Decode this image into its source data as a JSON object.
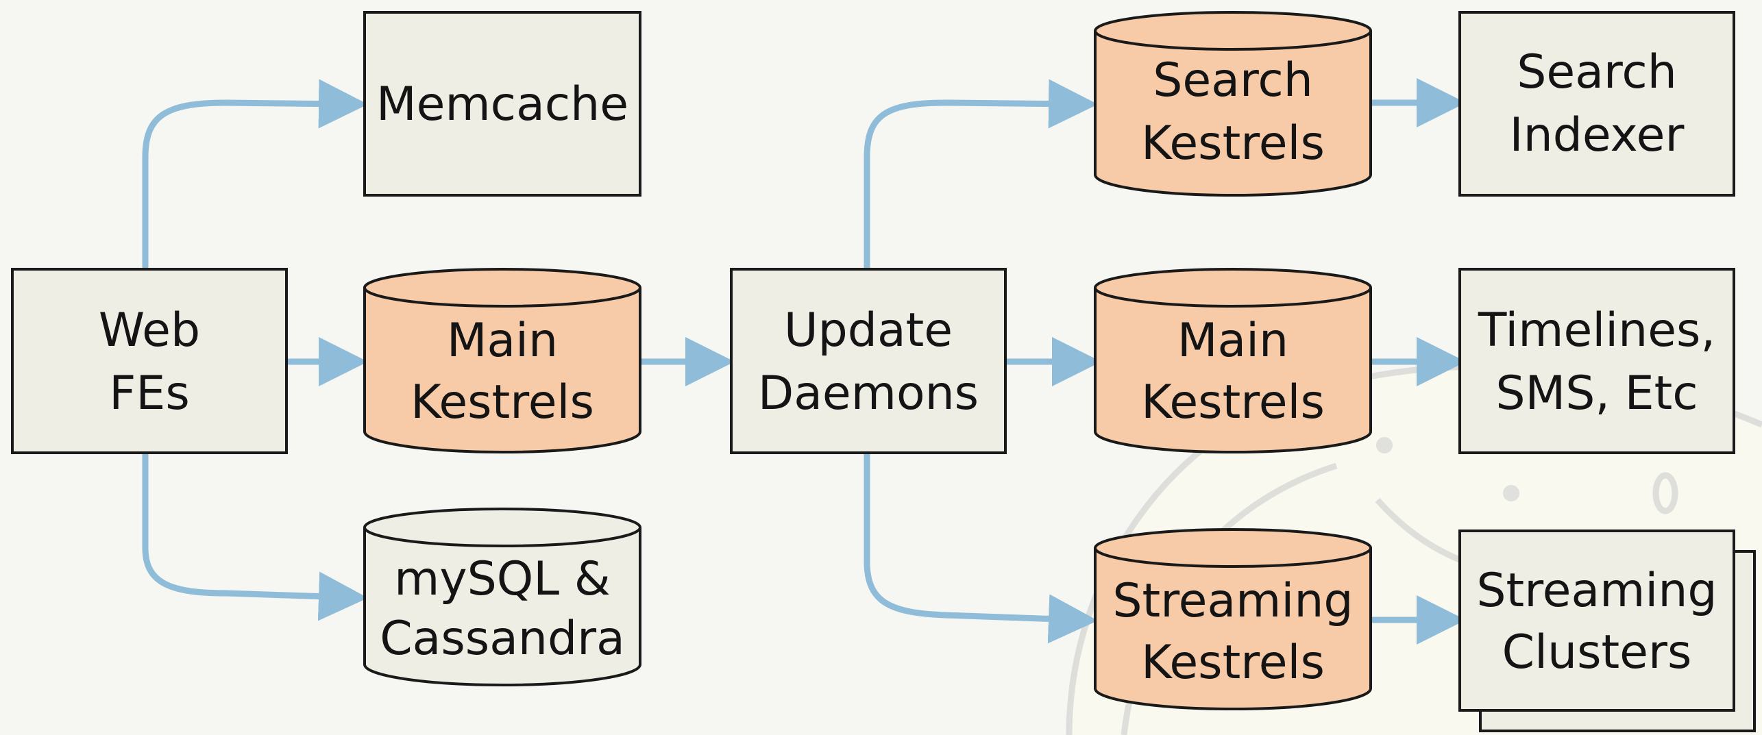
{
  "nodes": {
    "memcache": {
      "line1": "Memcache"
    },
    "web_fes": {
      "line1": "Web",
      "line2": "FEs"
    },
    "main_kestrels_1": {
      "line1": "Main",
      "line2": "Kestrels"
    },
    "mysql_cassandra": {
      "line1": "mySQL &",
      "line2": "Cassandra"
    },
    "update_daemons": {
      "line1": "Update",
      "line2": "Daemons"
    },
    "search_kestrels": {
      "line1": "Search",
      "line2": "Kestrels"
    },
    "main_kestrels_2": {
      "line1": "Main",
      "line2": "Kestrels"
    },
    "streaming_kestrels": {
      "line1": "Streaming",
      "line2": "Kestrels"
    },
    "search_indexer": {
      "line1": "Search",
      "line2": "Indexer"
    },
    "timelines": {
      "line1": "Timelines,",
      "line2": "SMS, Etc"
    },
    "streaming_clusters": {
      "line1": "Streaming",
      "line2": "Clusters"
    }
  },
  "colors": {
    "box_fill": "#eeeee4",
    "queue_fill": "#f7caa8",
    "arrow": "#8fbcd8",
    "background": "#f6f6f2"
  }
}
